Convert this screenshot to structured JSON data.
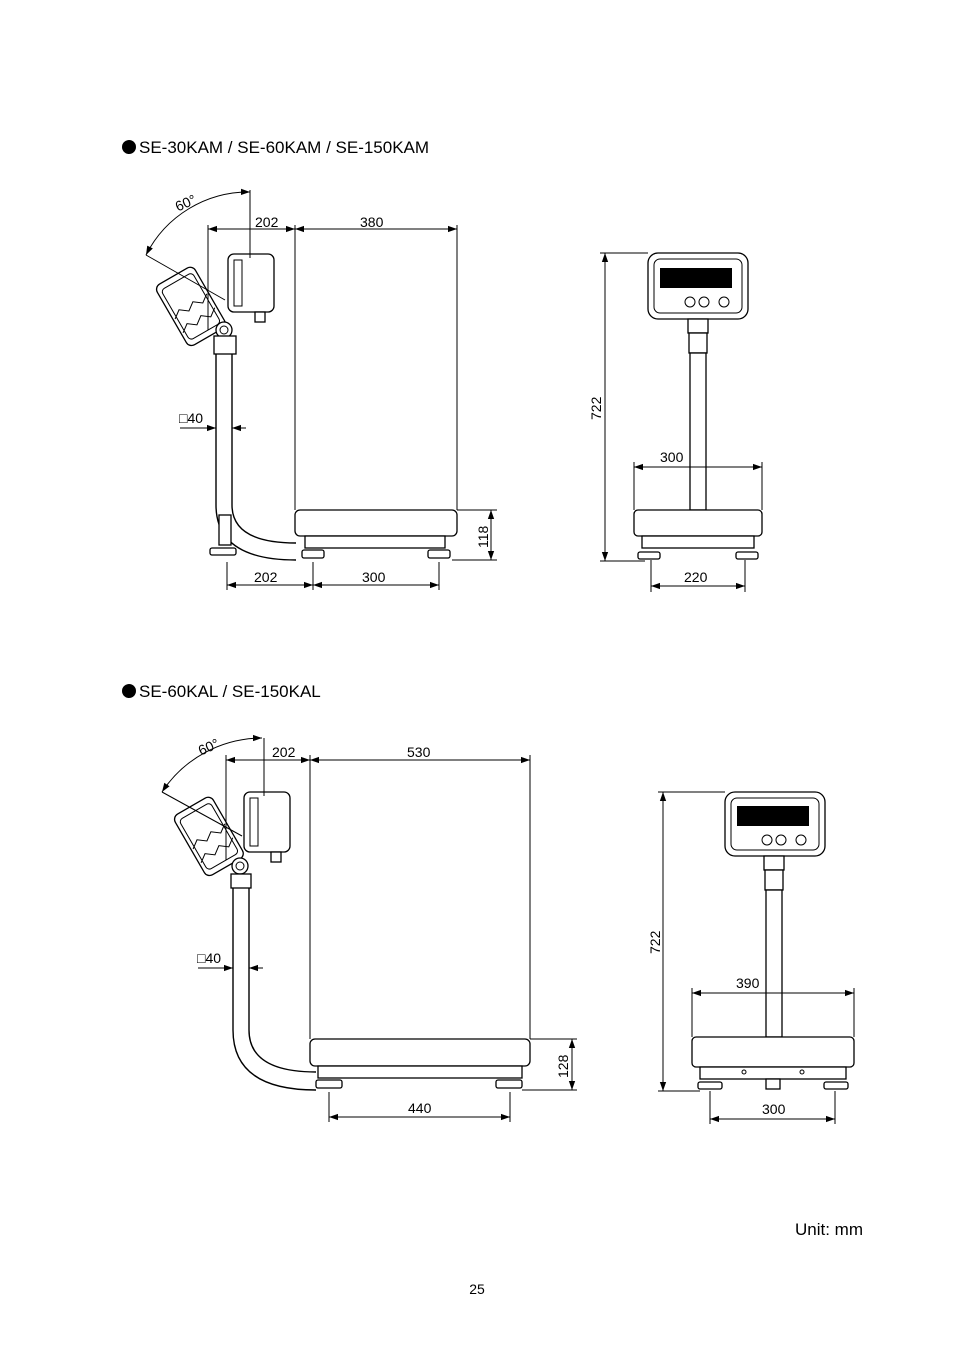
{
  "section1": {
    "title": "SE-30KAM / SE-60KAM / SE-150KAM",
    "side_view": {
      "angle": "60°",
      "display_depth": "202",
      "platform_width": "380",
      "pole_size": "□40",
      "platform_height": "118",
      "base_offset": "202",
      "foot_span": "300"
    },
    "front_view": {
      "total_height": "722",
      "platform_width": "300",
      "foot_span": "220"
    }
  },
  "section2": {
    "title": "SE-60KAL / SE-150KAL",
    "side_view": {
      "angle": "60°",
      "display_depth": "202",
      "platform_width": "530",
      "pole_size": "□40",
      "platform_height": "128",
      "foot_span": "440"
    },
    "front_view": {
      "total_height": "722",
      "platform_width": "390",
      "foot_span": "300"
    }
  },
  "unit_label": "Unit: mm",
  "page_number": "25"
}
